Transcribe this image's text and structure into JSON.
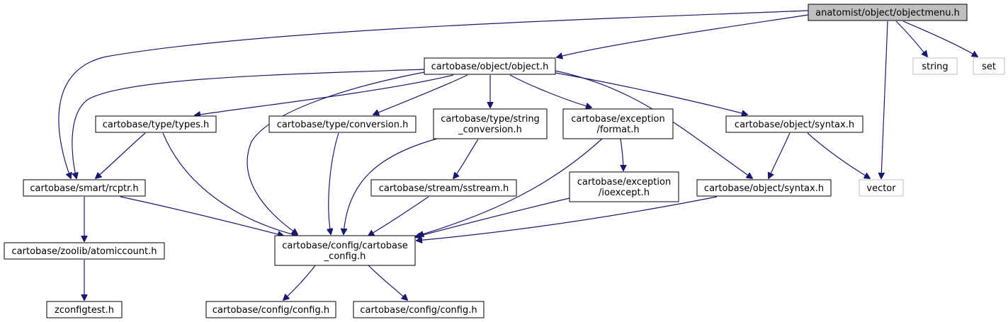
{
  "nodes": [
    {
      "id": "n0",
      "lines": [
        "anatomist/object/objectmenu.h"
      ],
      "style": "root"
    },
    {
      "id": "n1",
      "lines": [
        "cartobase/object/object.h"
      ],
      "style": "normal"
    },
    {
      "id": "n2",
      "lines": [
        "string"
      ],
      "style": "external"
    },
    {
      "id": "n3",
      "lines": [
        "set"
      ],
      "style": "external"
    },
    {
      "id": "n4",
      "lines": [
        "cartobase/type/types.h"
      ],
      "style": "normal"
    },
    {
      "id": "n5",
      "lines": [
        "cartobase/type/conversion.h"
      ],
      "style": "normal"
    },
    {
      "id": "n6",
      "lines": [
        "cartobase/type/string",
        "_conversion.h"
      ],
      "style": "normal"
    },
    {
      "id": "n7",
      "lines": [
        "cartobase/exception",
        "/format.h"
      ],
      "style": "normal"
    },
    {
      "id": "n8",
      "lines": [
        "cartobase/object/syntax.h"
      ],
      "style": "normal"
    },
    {
      "id": "n9",
      "lines": [
        "cartobase/smart/rcptr.h"
      ],
      "style": "normal"
    },
    {
      "id": "n10",
      "lines": [
        "cartobase/stream/sstream.h"
      ],
      "style": "normal"
    },
    {
      "id": "n11",
      "lines": [
        "cartobase/exception",
        "/ioexcept.h"
      ],
      "style": "normal"
    },
    {
      "id": "n12",
      "lines": [
        "cartobase/object/syntax.h"
      ],
      "style": "normal"
    },
    {
      "id": "n13",
      "lines": [
        "vector"
      ],
      "style": "external"
    },
    {
      "id": "n14",
      "lines": [
        "cartobase/zoolib/atomiccount.h"
      ],
      "style": "normal"
    },
    {
      "id": "n15",
      "lines": [
        "cartobase/config/cartobase",
        "_config.h"
      ],
      "style": "normal"
    },
    {
      "id": "n16",
      "lines": [
        "zconfigtest.h"
      ],
      "style": "normal"
    },
    {
      "id": "n17",
      "lines": [
        "cartobase/config/config.h"
      ],
      "style": "normal"
    },
    {
      "id": "n18",
      "lines": [
        "cartobase/config/config.h"
      ],
      "style": "normal"
    }
  ],
  "edges": [
    {
      "from": "n0",
      "to": "n1"
    },
    {
      "from": "n0",
      "to": "n2"
    },
    {
      "from": "n0",
      "to": "n3"
    },
    {
      "from": "n0",
      "to": "n13"
    },
    {
      "from": "n0",
      "to": "n9"
    },
    {
      "from": "n1",
      "to": "n4"
    },
    {
      "from": "n1",
      "to": "n5"
    },
    {
      "from": "n1",
      "to": "n6"
    },
    {
      "from": "n1",
      "to": "n7"
    },
    {
      "from": "n1",
      "to": "n8"
    },
    {
      "from": "n1",
      "to": "n12"
    },
    {
      "from": "n1",
      "to": "n9"
    },
    {
      "from": "n1",
      "to": "n15"
    },
    {
      "from": "n4",
      "to": "n9"
    },
    {
      "from": "n4",
      "to": "n15"
    },
    {
      "from": "n5",
      "to": "n15"
    },
    {
      "from": "n6",
      "to": "n10"
    },
    {
      "from": "n6",
      "to": "n15"
    },
    {
      "from": "n7",
      "to": "n11"
    },
    {
      "from": "n7",
      "to": "n15"
    },
    {
      "from": "n8",
      "to": "n12"
    },
    {
      "from": "n8",
      "to": "n13"
    },
    {
      "from": "n9",
      "to": "n14"
    },
    {
      "from": "n9",
      "to": "n15"
    },
    {
      "from": "n10",
      "to": "n15"
    },
    {
      "from": "n11",
      "to": "n15"
    },
    {
      "from": "n12",
      "to": "n15"
    },
    {
      "from": "n14",
      "to": "n16"
    },
    {
      "from": "n15",
      "to": "n17"
    },
    {
      "from": "n15",
      "to": "n18"
    }
  ]
}
